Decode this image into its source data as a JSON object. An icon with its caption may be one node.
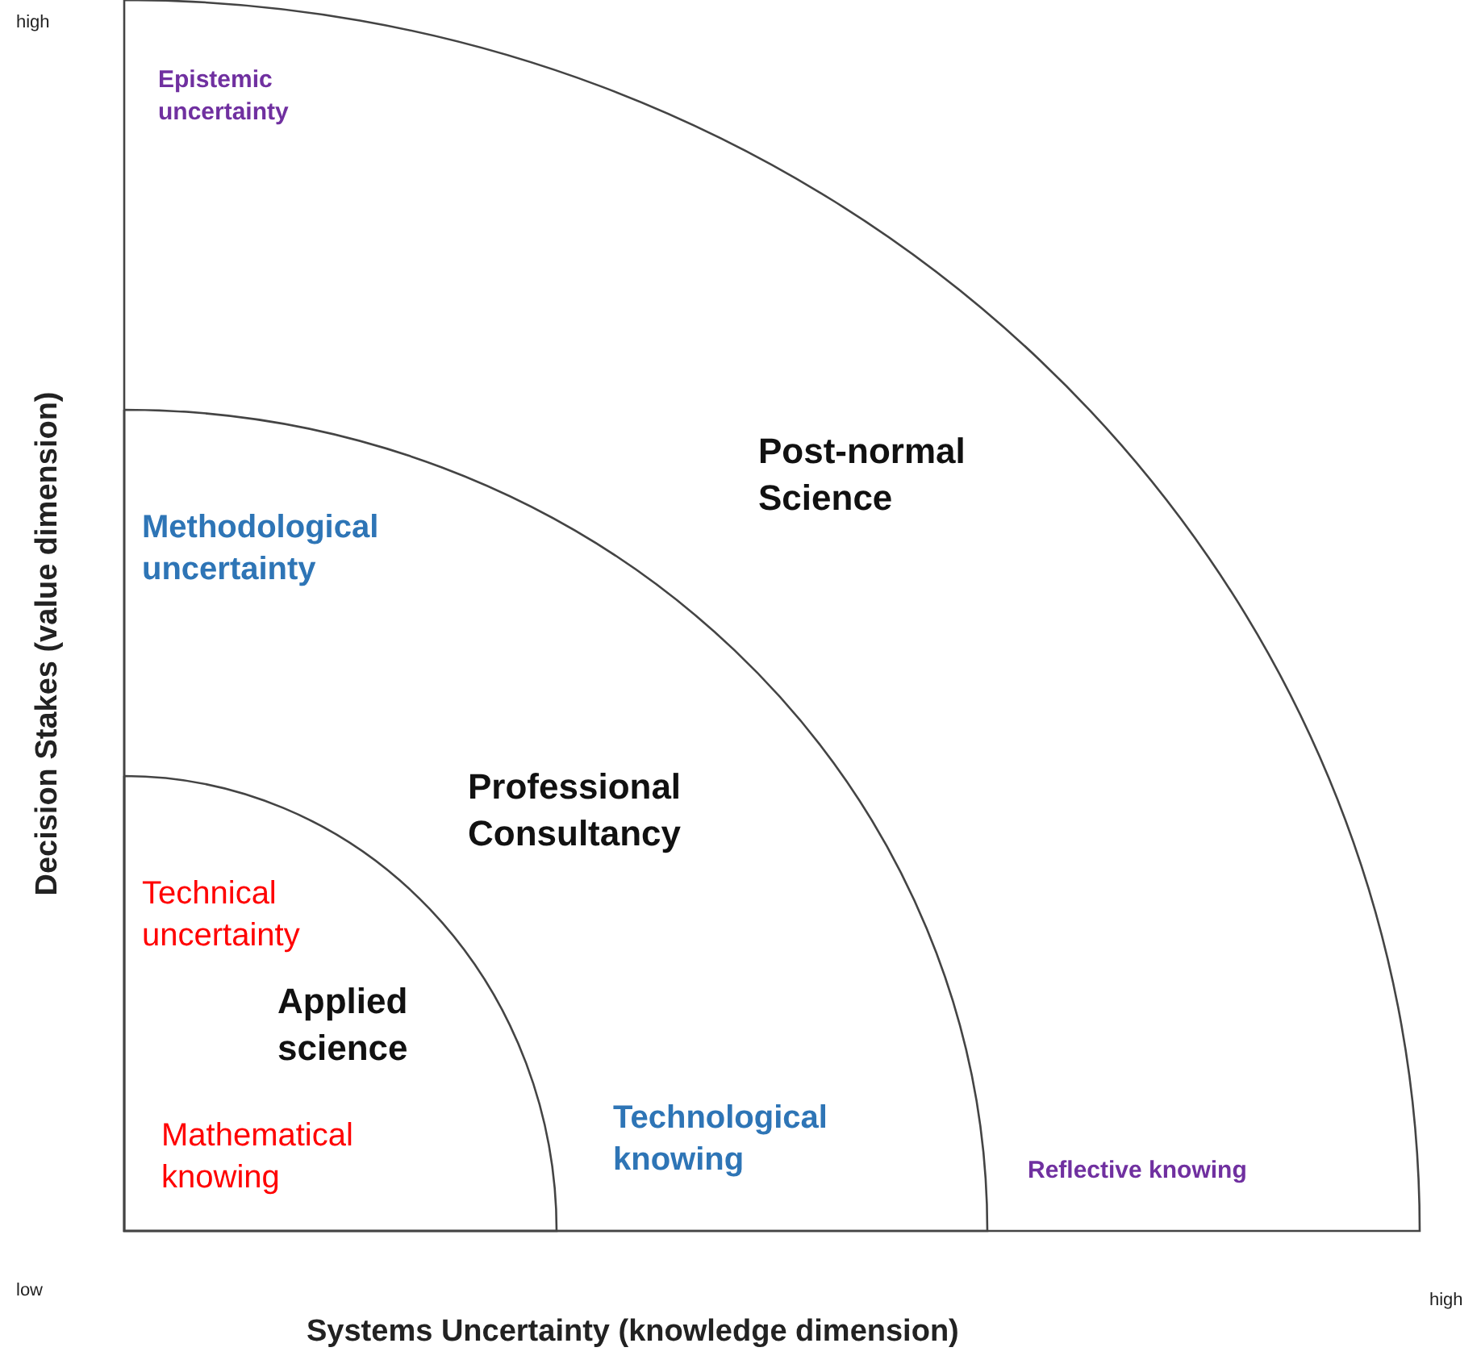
{
  "diagram": {
    "nodes": [
      {
        "text": [
          "Epistemic uncertainty",
          "Post-normal Science",
          "Reflective knowing"
        ]
      },
      {
        "text": [
          "Methodological uncertainty",
          "Professional Consultancy",
          "Technological knowing"
        ],
        "in": 0
      },
      {
        "text": [
          "Technical uncertainty",
          "Applied science",
          "Mathematical knowing"
        ],
        "in": 1
      }
    ],
    "labels": [
      "high",
      "Decision Stakes (value dimension)",
      "low",
      "high",
      "Systems Uncertainty (knowledge dimension)"
    ]
  }
}
